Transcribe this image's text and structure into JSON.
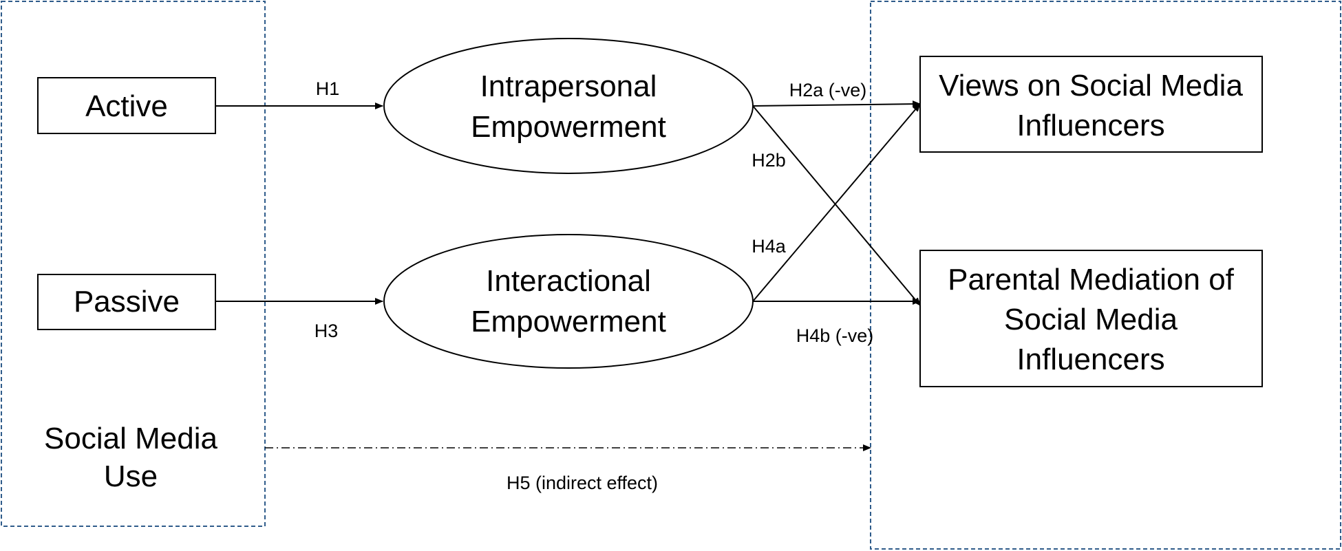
{
  "colors": {
    "group_border": "#2E5B8A",
    "line": "#000000",
    "background": "#FFFFFF"
  },
  "groups": {
    "left_label_line1": "Social Media",
    "left_label_line2": "Use"
  },
  "nodes": {
    "active": "Active",
    "passive": "Passive",
    "intrapersonal_line1": "Intrapersonal",
    "intrapersonal_line2": "Empowerment",
    "interactional_line1": "Interactional",
    "interactional_line2": "Empowerment",
    "views_line1": "Views on Social Media",
    "views_line2": "Influencers",
    "parental_line1": "Parental Mediation of",
    "parental_line2": "Social Media",
    "parental_line3": "Influencers"
  },
  "edges": {
    "h1": "H1",
    "h2a": "H2a (-ve)",
    "h2b": "H2b",
    "h3": "H3",
    "h4a": "H4a",
    "h4b": "H4b (-ve)",
    "h5": "H5 (indirect effect)"
  }
}
